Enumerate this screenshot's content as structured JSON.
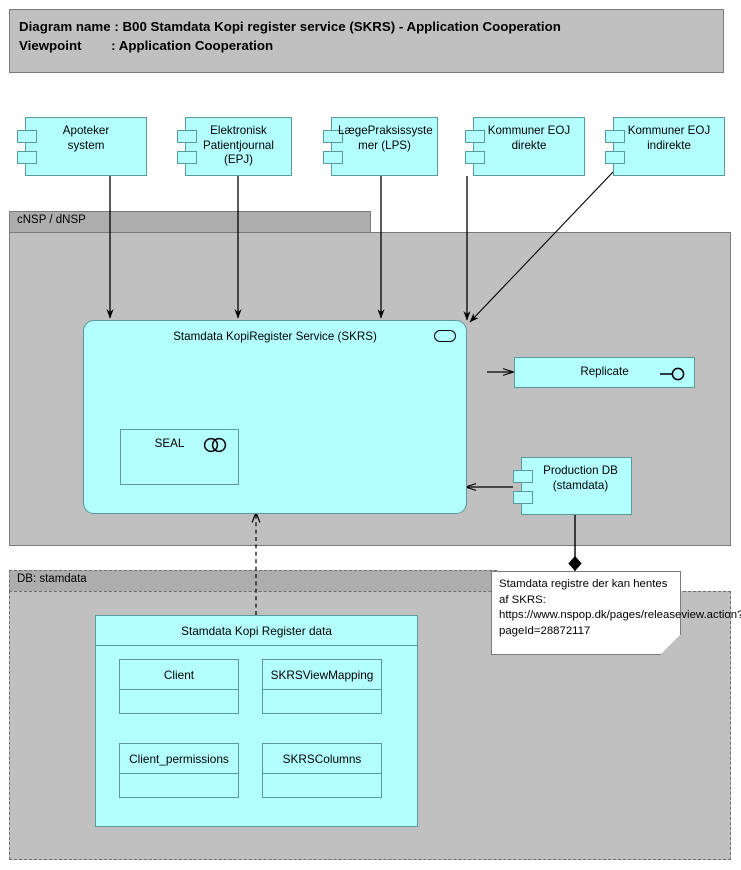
{
  "header": {
    "line1": "Diagram name : B00 Stamdata Kopi register service (SKRS) - Application Cooperation",
    "line2": "Viewpoint        : Application Cooperation"
  },
  "groups": [
    {
      "id": "cnsp",
      "label": "cNSP / dNSP",
      "border": "solid"
    },
    {
      "id": "dbstamdata",
      "label": "DB: stamdata",
      "border": "dashed"
    }
  ],
  "actors": [
    {
      "id": "apoteker",
      "label": "Apoteker system",
      "type": "application-component"
    },
    {
      "id": "epj",
      "label": "Elektronisk\nPatientjournal\n(EPJ)",
      "type": "application-component"
    },
    {
      "id": "lps",
      "label": "LægePraksissyste\nmer (LPS)",
      "type": "application-component"
    },
    {
      "id": "eoj-direkte",
      "label": "Kommuner EOJ\ndirekte",
      "type": "application-component"
    },
    {
      "id": "eoj-indirekte",
      "label": "Kommuner EOJ\nindirekte",
      "type": "application-component"
    }
  ],
  "service": {
    "id": "skrs",
    "label": "Stamdata KopiRegister Service (SKRS)",
    "type": "application-service",
    "icon": "application-service-icon"
  },
  "seal": {
    "id": "seal",
    "label": "SEAL",
    "type": "application-collaboration",
    "icon": "application-collaboration-icon"
  },
  "replicate": {
    "id": "replicate",
    "label": "Replicate",
    "type": "application-interface",
    "icon": "application-interface-icon"
  },
  "production_db": {
    "id": "production-db",
    "label": "Production DB\n(stamdata)",
    "type": "application-component"
  },
  "data_group": {
    "id": "skr-data",
    "label": "Stamdata Kopi Register data",
    "type": "data-object"
  },
  "data_objects": [
    {
      "id": "client",
      "label": "Client",
      "type": "data-object"
    },
    {
      "id": "skrsviewmapping",
      "label": "SKRSViewMapping",
      "type": "data-object"
    },
    {
      "id": "client-permissions",
      "label": "Client_permissions",
      "type": "data-object"
    },
    {
      "id": "skrscolumns",
      "label": "SKRSColumns",
      "type": "data-object"
    }
  ],
  "note": {
    "id": "skrs-registers-note",
    "text": "Stamdata registre der kan hentes af SKRS: https://www.nspop.dk/pages/releaseview.action?pageId=28872117"
  },
  "colors": {
    "element_fill": "#b3ffff",
    "element_stroke": "#5a9a9a",
    "group_fill": "#c0c0c0",
    "group_tab_fill": "#adadad",
    "group_stroke": "#7a7a7a",
    "connector": "#000000",
    "note_fill": "#ffffff"
  }
}
